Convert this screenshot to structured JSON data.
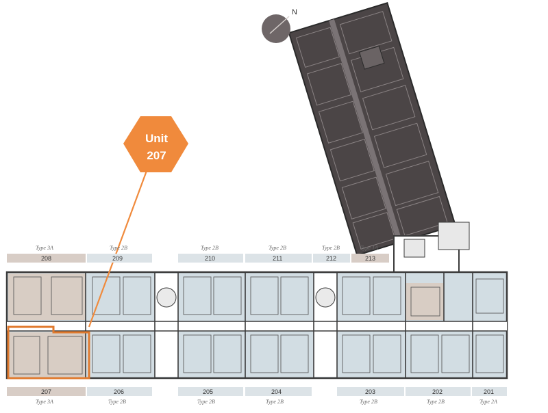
{
  "callout": {
    "line1": "Unit",
    "line2": "207",
    "color": "#f08a3c"
  },
  "compass": {
    "label": "N"
  },
  "top_units": [
    {
      "unit": "208",
      "type": "Type 3A"
    },
    {
      "unit": "209",
      "type": "Type 2B"
    },
    {
      "unit": "210",
      "type": "Type 2B"
    },
    {
      "unit": "211",
      "type": "Type 2B"
    },
    {
      "unit": "212",
      "type": "Type 2B"
    },
    {
      "unit": "213",
      "type": "Type 1A"
    }
  ],
  "bottom_units": [
    {
      "unit": "207",
      "type": "Type 3A"
    },
    {
      "unit": "206",
      "type": "Type 2B"
    },
    {
      "unit": "205",
      "type": "Type 2B"
    },
    {
      "unit": "204",
      "type": "Type 2B"
    },
    {
      "unit": "203",
      "type": "Type 2B"
    },
    {
      "unit": "202",
      "type": "Type 2B"
    },
    {
      "unit": "201",
      "type": "Type 2A"
    }
  ],
  "colors": {
    "highlight": "#e07a2e",
    "type3a_fill": "#d8cdc4",
    "type2_fill": "#d2dde3",
    "tower_fill": "#4b4546",
    "band_blue": "#dce3e7",
    "band_tan": "#d8cdc6",
    "wall": "#3a3a3a"
  }
}
